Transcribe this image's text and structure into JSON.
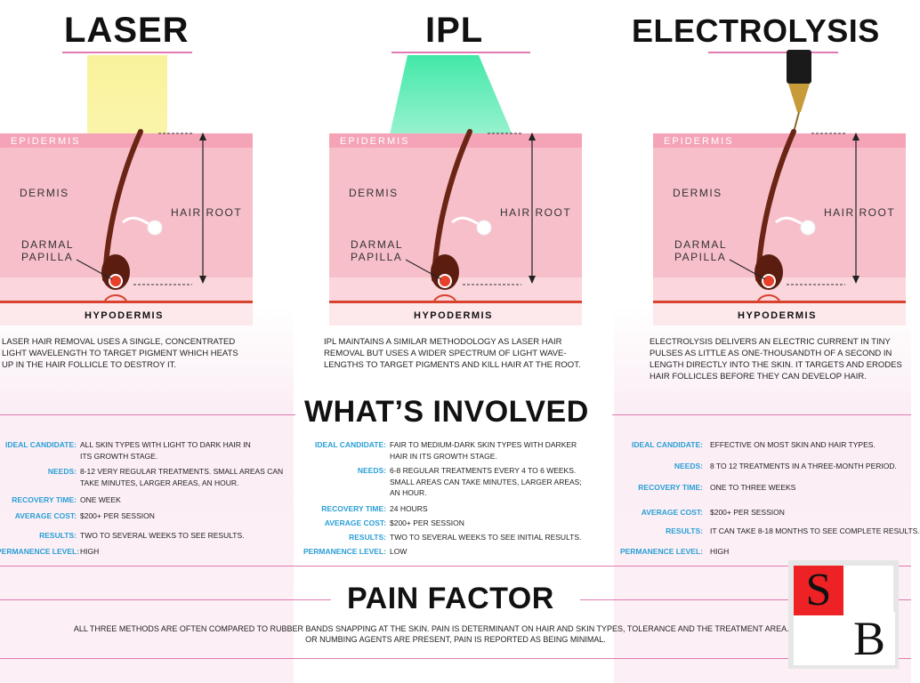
{
  "colors": {
    "pink_rule": "#e07ab0",
    "key_blue": "#2a9fd6",
    "epidermis": "#f5a4b7",
    "dermis": "#f7bfca",
    "hair": "#6b2515",
    "papilla": "#e8402a",
    "laser_beam": "#f8f08a",
    "ipl_beam": "#43e8a8",
    "logo_red": "#ee2124"
  },
  "methods": [
    {
      "title": "LASER",
      "labels": {
        "epidermis": "EPIDERMIS",
        "dermis": "DERMIS",
        "hair_root": "HAIR ROOT",
        "papilla_1": "DARMAL",
        "papilla_2": "PAPILLA",
        "hypodermis": "HYPODERMIS"
      },
      "description": "LASER HAIR REMOVAL USES A SINGLE, CONCENTRATED LIGHT WAVELENGTH TO TARGET PIGMENT WHICH HEATS UP IN THE HAIR FOLLICLE TO DESTROY IT.",
      "details": [
        {
          "key": "IDEAL CANDIDATE:",
          "value": "ALL SKIN TYPES WITH LIGHT TO DARK HAIR IN ITS GROWTH STAGE."
        },
        {
          "key": "NEEDS:",
          "value": "8-12 VERY REGULAR TREATMENTS. SMALL  AREAS CAN TAKE MINUTES, LARGER AREAS, AN HOUR."
        },
        {
          "key": "RECOVERY TIME:",
          "value": "ONE WEEK"
        },
        {
          "key": "AVERAGE COST:",
          "value": "$200+ PER SESSION"
        },
        {
          "key": "RESULTS:",
          "value": "TWO TO SEVERAL WEEKS TO SEE RESULTS."
        },
        {
          "key": "PERMANENCE LEVEL:",
          "value": "HIGH"
        }
      ]
    },
    {
      "title": "IPL",
      "labels": {
        "epidermis": "EPIDERMIS",
        "dermis": "DERMIS",
        "hair_root": "HAIR ROOT",
        "papilla_1": "DARMAL",
        "papilla_2": "PAPILLA",
        "hypodermis": "HYPODERMIS"
      },
      "description": "IPL MAINTAINS A SIMILAR METHODOLOGY AS LASER HAIR REMOVAL BUT USES A WIDER SPECTRUM OF LIGHT WAVE-LENGTHS TO TARGET PIGMENTS AND KILL HAIR AT THE ROOT.",
      "details": [
        {
          "key": "IDEAL CANDIDATE:",
          "value": "FAIR TO MEDIUM-DARK SKIN TYPES WITH DARKER HAIR IN ITS GROWTH STAGE."
        },
        {
          "key": "NEEDS:",
          "value": "6-8 REGULAR TREATMENTS EVERY 4 TO 6 WEEKS. SMALL AREAS CAN TAKE MINUTES, LARGER AREAS; AN HOUR."
        },
        {
          "key": "RECOVERY TIME:",
          "value": "24 HOURS"
        },
        {
          "key": "AVERAGE COST:",
          "value": "$200+ PER SESSION"
        },
        {
          "key": "RESULTS:",
          "value": "TWO TO SEVERAL WEEKS TO SEE INITIAL RESULTS."
        },
        {
          "key": "PERMANENCE LEVEL:",
          "value": "LOW"
        }
      ]
    },
    {
      "title": "ELECTROLYSIS",
      "labels": {
        "epidermis": "EPIDERMIS",
        "dermis": "DERMIS",
        "hair_root": "HAIR ROOT",
        "papilla_1": "DARMAL",
        "papilla_2": "PAPILLA",
        "hypodermis": "HYPODERMIS"
      },
      "description": "ELECTROLYSIS DELIVERS AN ELECTRIC CURRENT IN TINY PULSES AS LITTLE AS ONE-THOUSANDTH OF A SECOND IN LENGTH DIRECTLY INTO THE SKIN. IT TARGETS AND ERODES HAIR FOLLICLES BEFORE THEY CAN DEVELOP HAIR.",
      "details": [
        {
          "key": "IDEAL CANDIDATE:",
          "value": "EFFECTIVE ON MOST SKIN AND HAIR TYPES."
        },
        {
          "key": "NEEDS:",
          "value": "8 TO 12 TREATMENTS IN A THREE-MONTH PERIOD."
        },
        {
          "key": "RECOVERY TIME:",
          "value": "ONE TO THREE WEEKS"
        },
        {
          "key": "AVERAGE COST:",
          "value": "$200+ PER SESSION"
        },
        {
          "key": "RESULTS:",
          "value": "IT CAN TAKE 8-18 MONTHS TO SEE COMPLETE RESULTS."
        },
        {
          "key": "PERMANENCE LEVEL:",
          "value": "HIGH"
        }
      ]
    }
  ],
  "involved_heading": "WHAT’S INVOLVED",
  "pain": {
    "heading": "PAIN FACTOR",
    "line1": "ALL THREE METHODS ARE OFTEN COMPARED TO RUBBER BANDS SNAPPING AT THE SKIN. PAIN IS DETERMINANT ON HAIR AND SKIN TYPES, TOLERANCE AND THE TREATMENT AREA. IF COOLING",
    "line2": "OR NUMBING AGENTS ARE PRESENT, PAIN IS REPORTED AS BEING MINIMAL."
  },
  "logo": {
    "letter_1": "S",
    "letter_2": "B"
  }
}
